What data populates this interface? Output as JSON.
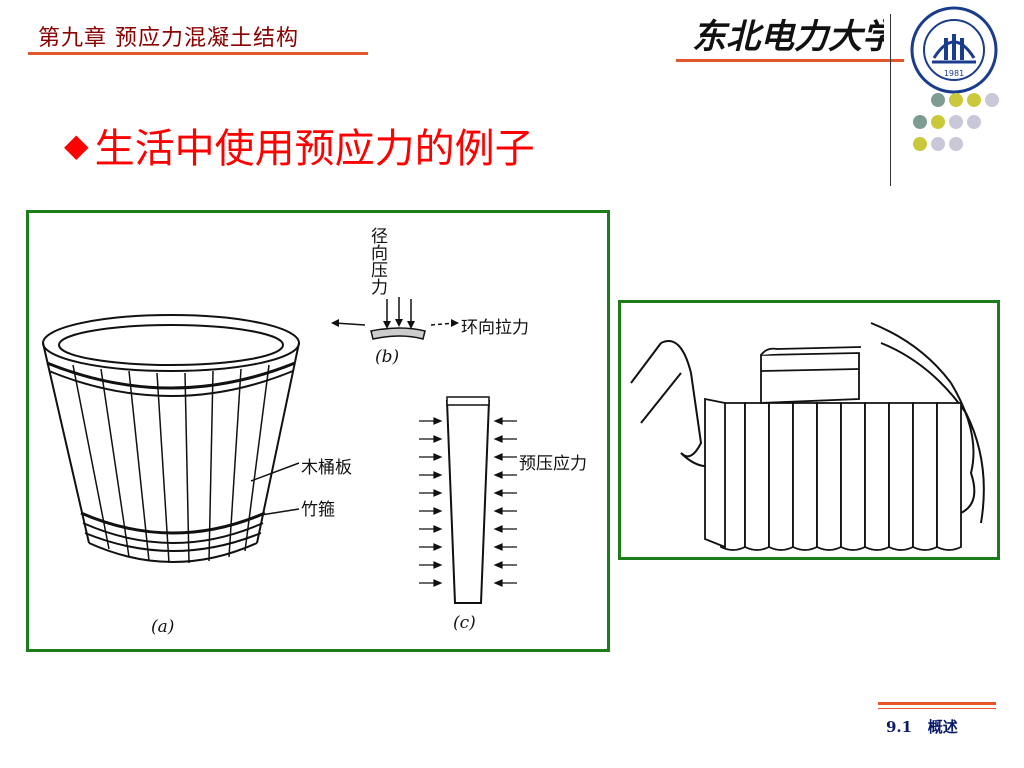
{
  "header": {
    "chapter_title": "第九章 预应力混凝土结构",
    "university_name": "东北电力大学",
    "logo_year": "1981",
    "accent_color": "#e3572b"
  },
  "slide": {
    "bullet": "◆",
    "title": "生活中使用预应力的例子"
  },
  "figure_left": {
    "label_radial": "径向压力",
    "label_hoop": "环向拉力",
    "label_prestress": "预压应力",
    "label_stave": "木桶板",
    "label_hoop_band": "竹箍",
    "caption_a": "(a)",
    "caption_b": "(b)",
    "caption_c": "(c)"
  },
  "footer": {
    "section": "9.1",
    "section_title": "概述"
  }
}
